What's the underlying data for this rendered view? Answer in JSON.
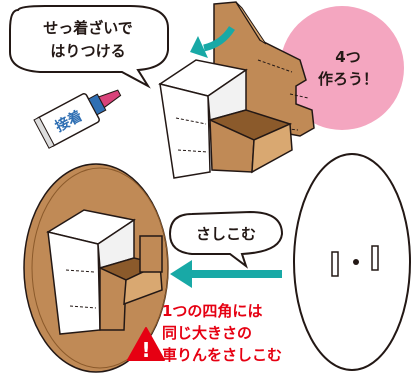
{
  "callouts": {
    "glue_line1": "せっ着ざいで",
    "glue_line2": "はりつける",
    "make_four_line1": "4つ",
    "make_four_line2": "作ろう！",
    "insert": "さしこむ"
  },
  "glue_tube": {
    "label": "接着"
  },
  "warning": {
    "line1": "1つの四角には",
    "line2": "同じ大きさの",
    "line3": "車りんをさしこむ",
    "mark": "!"
  },
  "colors": {
    "cardboard_face": "#c08a56",
    "cardboard_dark": "#8b5a2b",
    "cardboard_edge": "#d9a871",
    "white_board": "#ffffff",
    "outline": "#231815",
    "arrow": "#18a9a6",
    "pink_bubble": "#f4a6c0",
    "warning_red": "#e60012",
    "glue_tube_blue": "#2f6fb3",
    "glue_cap": "#d9437a"
  }
}
